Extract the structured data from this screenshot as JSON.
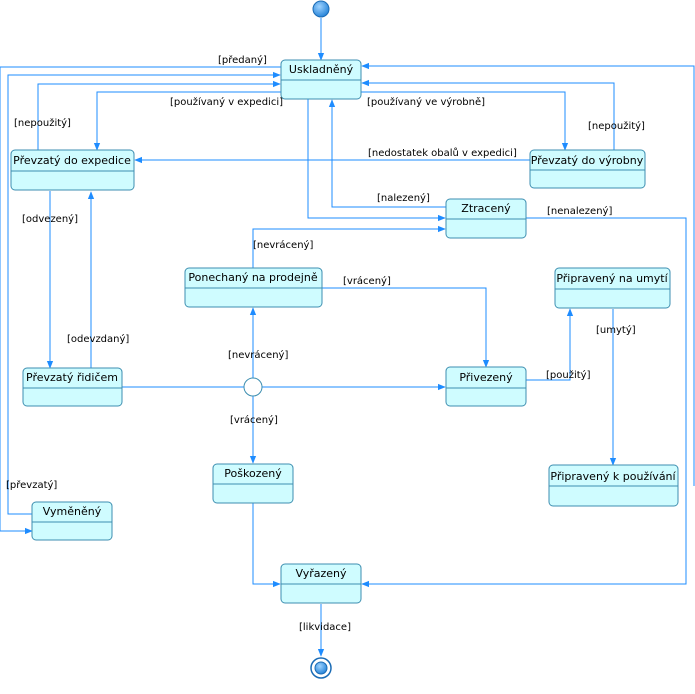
{
  "states": {
    "uskladneny": "Uskladněný",
    "prevzaty_expedice": "Převzatý do expedice",
    "prevzaty_vyrobny": "Převzatý do výrobny",
    "ztraceny": "Ztracený",
    "ponechany": "Ponechaný na prodejně",
    "pripraveny_umyti": "Připravený na umytí",
    "prevzaty_ridicem": "Převzatý řidičem",
    "privezeny": "Přivezený",
    "poskozeny": "Poškozený",
    "pripraveny_pouzivani": "Připravený k používání",
    "vymeneny": "Vyměněný",
    "vyrazeny": "Vyřazený"
  },
  "guards": {
    "predany": "[předaný]",
    "pouzivany_expedici": "[používaný v expedici]",
    "pouzivany_vyrobne": "[používaný ve výrobně]",
    "nepouzity_left": "[nepoužitý]",
    "nepouzity_right": "[nepoužitý]",
    "nedostatek_obalu": "[nedostatek obalů v expedici]",
    "nalezeny": "[nalezený]",
    "nenalezeny": "[nenalezený]",
    "odvezeny": "[odvezený]",
    "nevraceny_top": "[nevrácený]",
    "vraceny_top": "[vrácený]",
    "odevzdany": "[odevzdaný]",
    "nevraceny_mid": "[nevrácený]",
    "pouzity": "[použitý]",
    "umyty": "[umytý]",
    "vraceny_bottom": "[vrácený]",
    "prevzaty": "[převzatý]",
    "likvidace": "[likvidace]"
  }
}
